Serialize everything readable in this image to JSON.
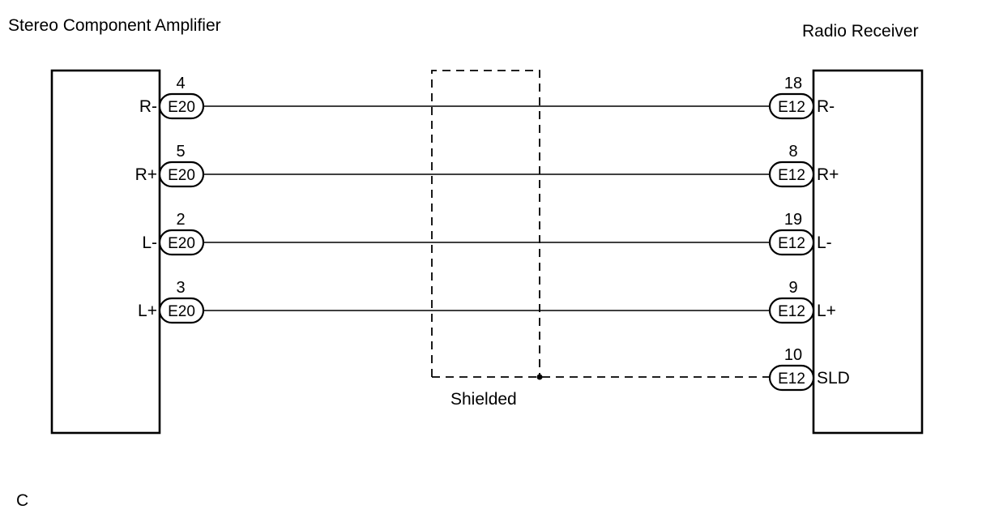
{
  "left_component": {
    "title": "Stereo Component Amplifier",
    "connector": "E20",
    "terminals": [
      {
        "pin": "4",
        "signal": "R-"
      },
      {
        "pin": "5",
        "signal": "R+"
      },
      {
        "pin": "2",
        "signal": "L-"
      },
      {
        "pin": "3",
        "signal": "L+"
      }
    ]
  },
  "right_component": {
    "title": "Radio Receiver",
    "connector": "E12",
    "terminals": [
      {
        "pin": "18",
        "signal": "R-"
      },
      {
        "pin": "8",
        "signal": "R+"
      },
      {
        "pin": "19",
        "signal": "L-"
      },
      {
        "pin": "9",
        "signal": "L+"
      },
      {
        "pin": "10",
        "signal": "SLD"
      }
    ]
  },
  "shield": {
    "label": "Shielded"
  },
  "footer": {
    "code": "C"
  }
}
